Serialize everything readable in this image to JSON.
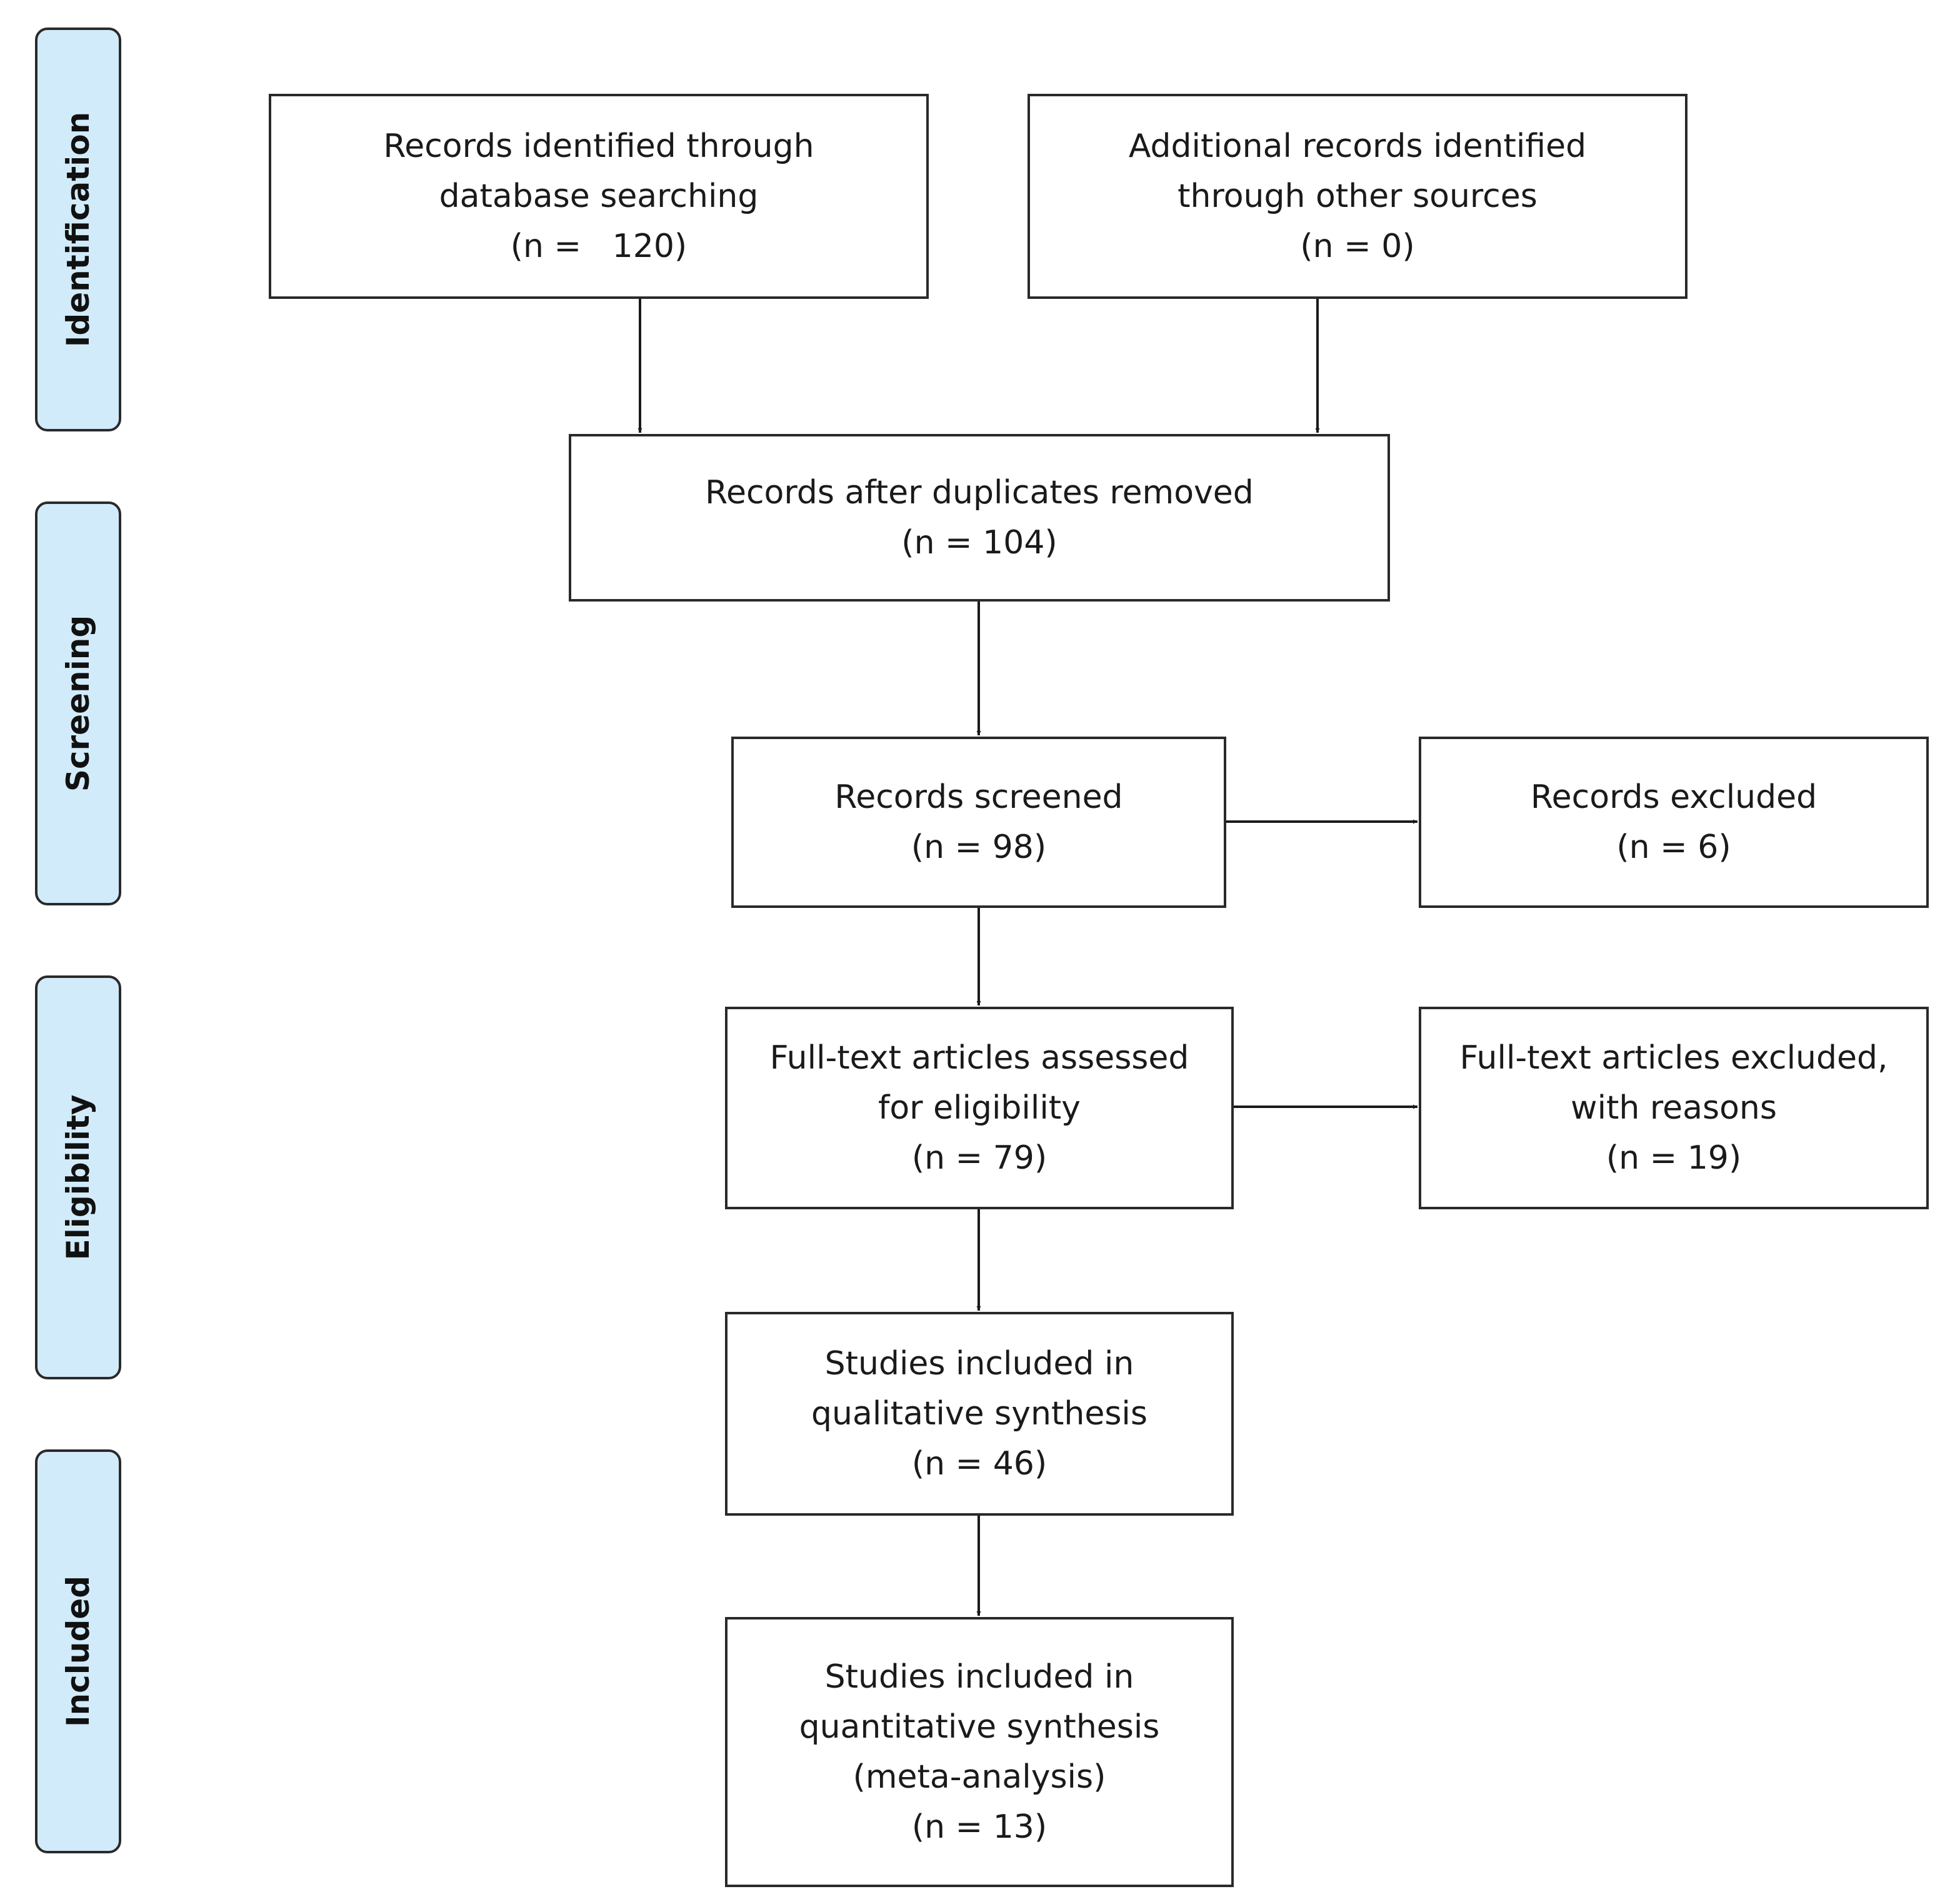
{
  "phases": {
    "identification": "Identification",
    "screening": "Screening",
    "eligibility": "Eligibility",
    "included": "Included"
  },
  "boxes": {
    "database": [
      "Records identified through",
      "database searching",
      "(n =   120)"
    ],
    "other_sources": [
      "Additional records identified",
      "through other sources",
      "(n = 0)"
    ],
    "duplicates_removed": [
      "Records after duplicates removed",
      "(n = 104)"
    ],
    "screened": [
      "Records screened",
      "(n = 98)"
    ],
    "records_excluded": [
      "Records excluded",
      "(n = 6)"
    ],
    "fulltext_assessed": [
      "Full-text articles assessed",
      "for eligibility",
      "(n = 79)"
    ],
    "fulltext_excluded": [
      "Full-text articles excluded,",
      "with reasons",
      "(n = 19)"
    ],
    "qualitative": [
      "Studies included in",
      "qualitative synthesis",
      "(n = 46)"
    ],
    "quantitative": [
      "Studies included in",
      "quantitative synthesis",
      "(meta-analysis)",
      "(n = 13)"
    ]
  }
}
